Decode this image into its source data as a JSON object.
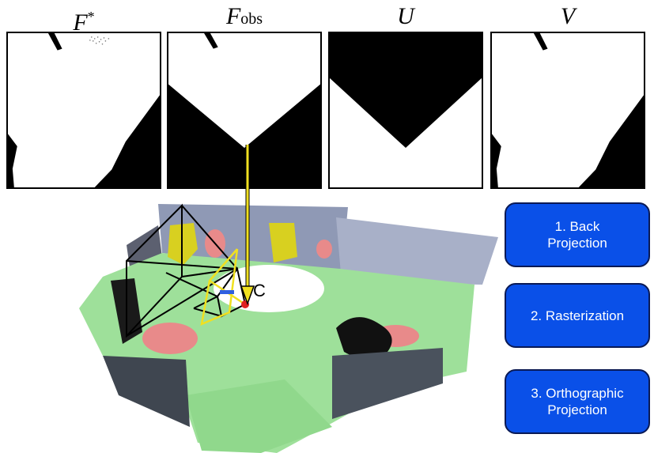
{
  "panels": [
    {
      "id": "f-star",
      "base": "F",
      "sup": "*",
      "sub": ""
    },
    {
      "id": "f-obs",
      "base": "F",
      "sup": "",
      "sub": "obs"
    },
    {
      "id": "u",
      "base": "U",
      "sup": "",
      "sub": ""
    },
    {
      "id": "v",
      "base": "V",
      "sup": "",
      "sub": ""
    }
  ],
  "steps": [
    {
      "label": "1. Back\nProjection"
    },
    {
      "label": "2. Rasterization"
    },
    {
      "label": "3. Orthographic\nProjection"
    }
  ],
  "camera_label": "C",
  "colors": {
    "button_fill": "#0a50e8",
    "floor": "#9ee09a",
    "wall": "#8f99b5",
    "chair": "#d8d020",
    "object": "#e88a8a",
    "frustum": "#f0e020"
  }
}
